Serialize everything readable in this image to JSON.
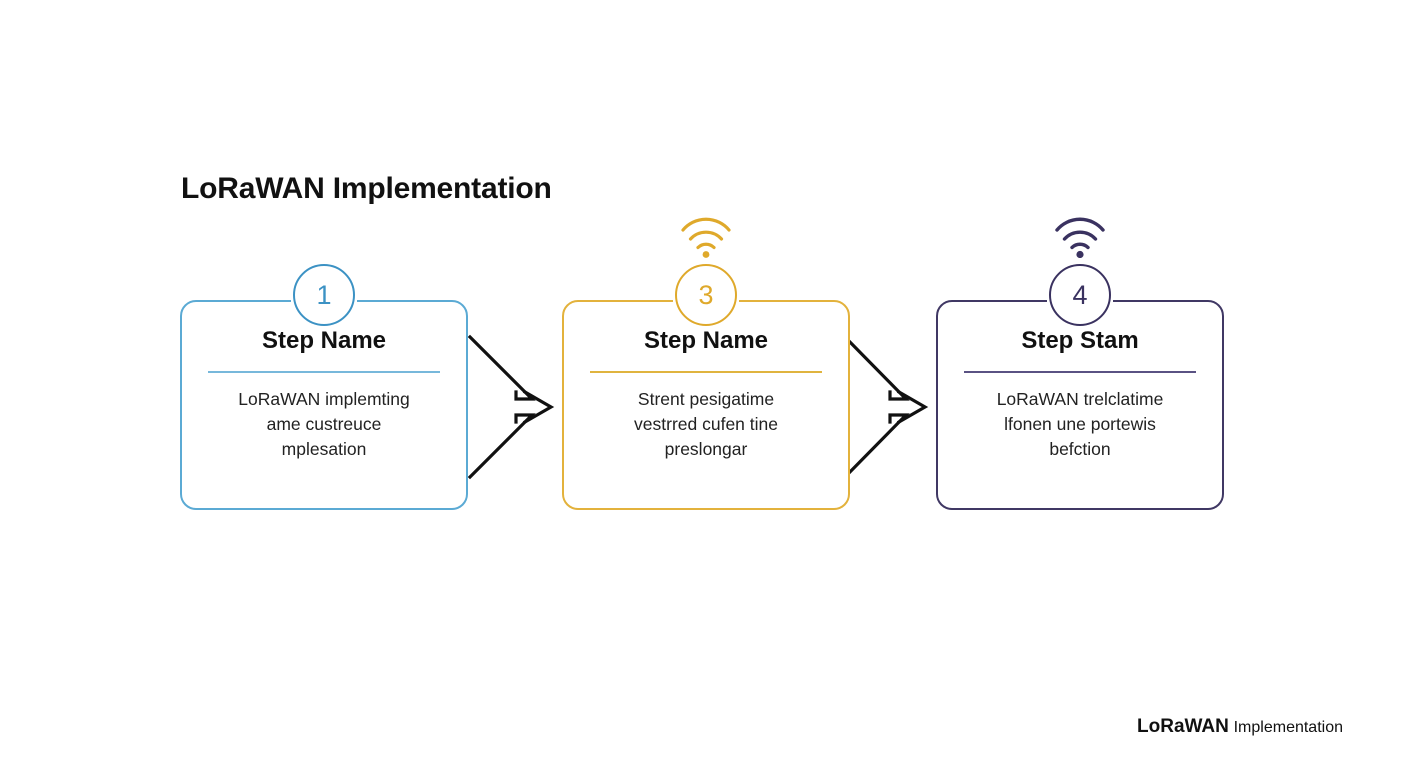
{
  "page": {
    "title": "LoRaWAN Implementation",
    "background_color": "#ffffff"
  },
  "footer": {
    "brand": "LoRaWAN",
    "suffix": "Implementation"
  },
  "colors": {
    "step1_accent": "#5BAAD4",
    "step2_accent": "#E3B23C",
    "step3_accent": "#403864",
    "connector": "#111111",
    "text": "#111111"
  },
  "steps": [
    {
      "badge": "1",
      "badge_icon": "none",
      "title": "Step Name",
      "desc_lines": [
        "LoRaWAN implemting",
        "ame custreuce",
        "mplesation"
      ],
      "accent": "#5BAAD4"
    },
    {
      "badge": "3",
      "badge_icon": "wifi-icon",
      "title": "Step Name",
      "desc_lines": [
        "Strent pesigatime",
        "vestrred cufen tine",
        "preslongar"
      ],
      "accent": "#E3B23C"
    },
    {
      "badge": "4",
      "badge_icon": "wifi-icon",
      "title": "Step Stam",
      "desc_lines": [
        "LoRaWAN trelclatime",
        "lfonen une portewis",
        "befction"
      ],
      "accent": "#403864"
    }
  ],
  "connectors": [
    {
      "from": "step-1",
      "to": "step-2",
      "shape": "converging-double-line-arrow"
    },
    {
      "from": "step-2",
      "to": "step-3",
      "shape": "converging-double-line-arrow"
    }
  ]
}
